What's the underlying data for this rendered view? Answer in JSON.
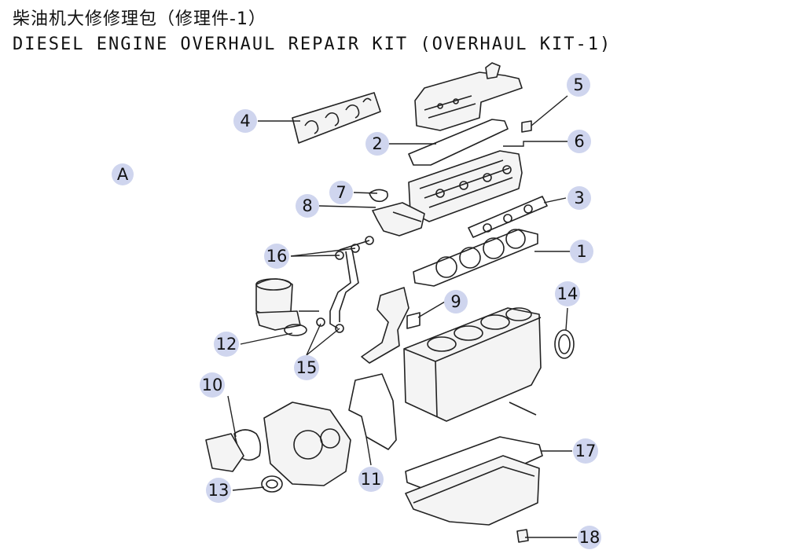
{
  "title": {
    "cn": "柴油机大修修理包（修理件-1）",
    "en": "DIESEL ENGINE OVERHAUL REPAIR KIT (OVERHAUL KIT-1)"
  },
  "view_label": "A",
  "callouts": [
    "1",
    "2",
    "3",
    "4",
    "5",
    "6",
    "7",
    "8",
    "9",
    "10",
    "11",
    "12",
    "13",
    "14",
    "15",
    "16",
    "17",
    "18"
  ],
  "colors": {
    "callout_fill": "#cfd5ee",
    "line": "#222222"
  }
}
